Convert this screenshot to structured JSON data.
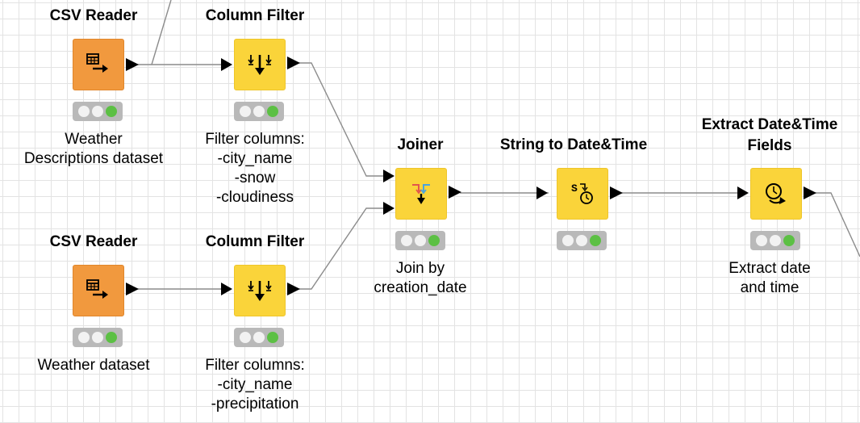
{
  "nodes": [
    {
      "title": "CSV Reader",
      "desc": [
        "Weather",
        "Descriptions dataset"
      ],
      "icon": "csv-reader-icon",
      "category": "source"
    },
    {
      "title": "Column Filter",
      "desc": [
        "Filter columns:",
        "-city_name",
        "-snow",
        "-cloudiness"
      ],
      "icon": "column-filter-icon",
      "category": "manipulator"
    },
    {
      "title": "CSV Reader",
      "desc": [
        "Weather dataset"
      ],
      "icon": "csv-reader-icon",
      "category": "source"
    },
    {
      "title": "Column Filter",
      "desc": [
        "Filter columns:",
        "-city_name",
        "-precipitation"
      ],
      "icon": "column-filter-icon",
      "category": "manipulator"
    },
    {
      "title": "Joiner",
      "desc": [
        "Join by",
        "creation_date"
      ],
      "icon": "joiner-icon",
      "category": "manipulator"
    },
    {
      "title": "String to Date&Time",
      "desc": [],
      "icon": "string-to-datetime-icon",
      "category": "manipulator"
    },
    {
      "title": [
        "Extract Date&Time",
        "Fields"
      ],
      "desc": [
        "Extract date",
        "and time"
      ],
      "icon": "extract-datetime-icon",
      "category": "manipulator"
    }
  ],
  "status_lights": [
    "off",
    "off",
    "green"
  ],
  "colors": {
    "source_node": "#f1993e",
    "manipulator_node": "#fad43a",
    "status_green": "#5cc044",
    "status_bg": "#b9b9b9",
    "edge": "#8c8c8c",
    "grid": "#e3e3e3"
  }
}
